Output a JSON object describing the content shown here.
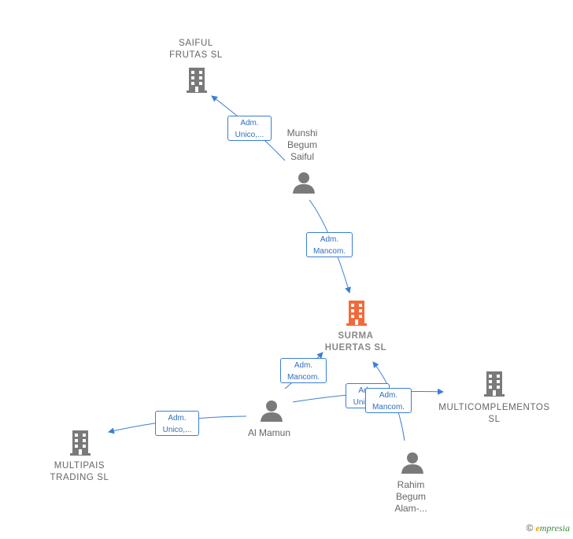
{
  "companies": [
    {
      "id": "saiful",
      "lines": [
        "SAIFUL",
        "FRUTAS  SL"
      ],
      "highlight": false
    },
    {
      "id": "surma",
      "lines": [
        "SURMA",
        "HUERTAS  SL"
      ],
      "highlight": true
    },
    {
      "id": "multicomplementos",
      "lines": [
        "MULTICOMPLEMENTOS",
        "SL"
      ],
      "highlight": false
    },
    {
      "id": "multipais",
      "lines": [
        "MULTIPAIS",
        "TRADING  SL"
      ],
      "highlight": false
    }
  ],
  "people": [
    {
      "id": "munshi",
      "lines": [
        "Munshi",
        "Begum",
        "Saiful"
      ]
    },
    {
      "id": "almamun",
      "lines": [
        "Al Mamun"
      ]
    },
    {
      "id": "rahim",
      "lines": [
        "Rahim",
        "Begum",
        "Alam-..."
      ]
    }
  ],
  "edges": [
    {
      "id": "munshi-saiful",
      "lines": [
        "Adm.",
        "Unico,..."
      ]
    },
    {
      "id": "munshi-surma",
      "lines": [
        "Adm.",
        "Mancom."
      ]
    },
    {
      "id": "almamun-surma",
      "lines": [
        "Adm.",
        "Mancom."
      ]
    },
    {
      "id": "almamun-multipais",
      "lines": [
        "Adm.",
        "Unico,..."
      ]
    },
    {
      "id": "almamun-multicomplementos",
      "lines": [
        "Adm.",
        "Unico,..."
      ]
    },
    {
      "id": "rahim-surma",
      "lines": [
        "Adm.",
        "Mancom."
      ]
    }
  ],
  "colors": {
    "edge": "#3a7fd5",
    "building": "#7a7a7a",
    "building_highlight": "#f26a3a",
    "person": "#7a7a7a"
  },
  "footer": {
    "copyright": "©",
    "brand_initial": "e",
    "brand_rest": "mpresia"
  }
}
